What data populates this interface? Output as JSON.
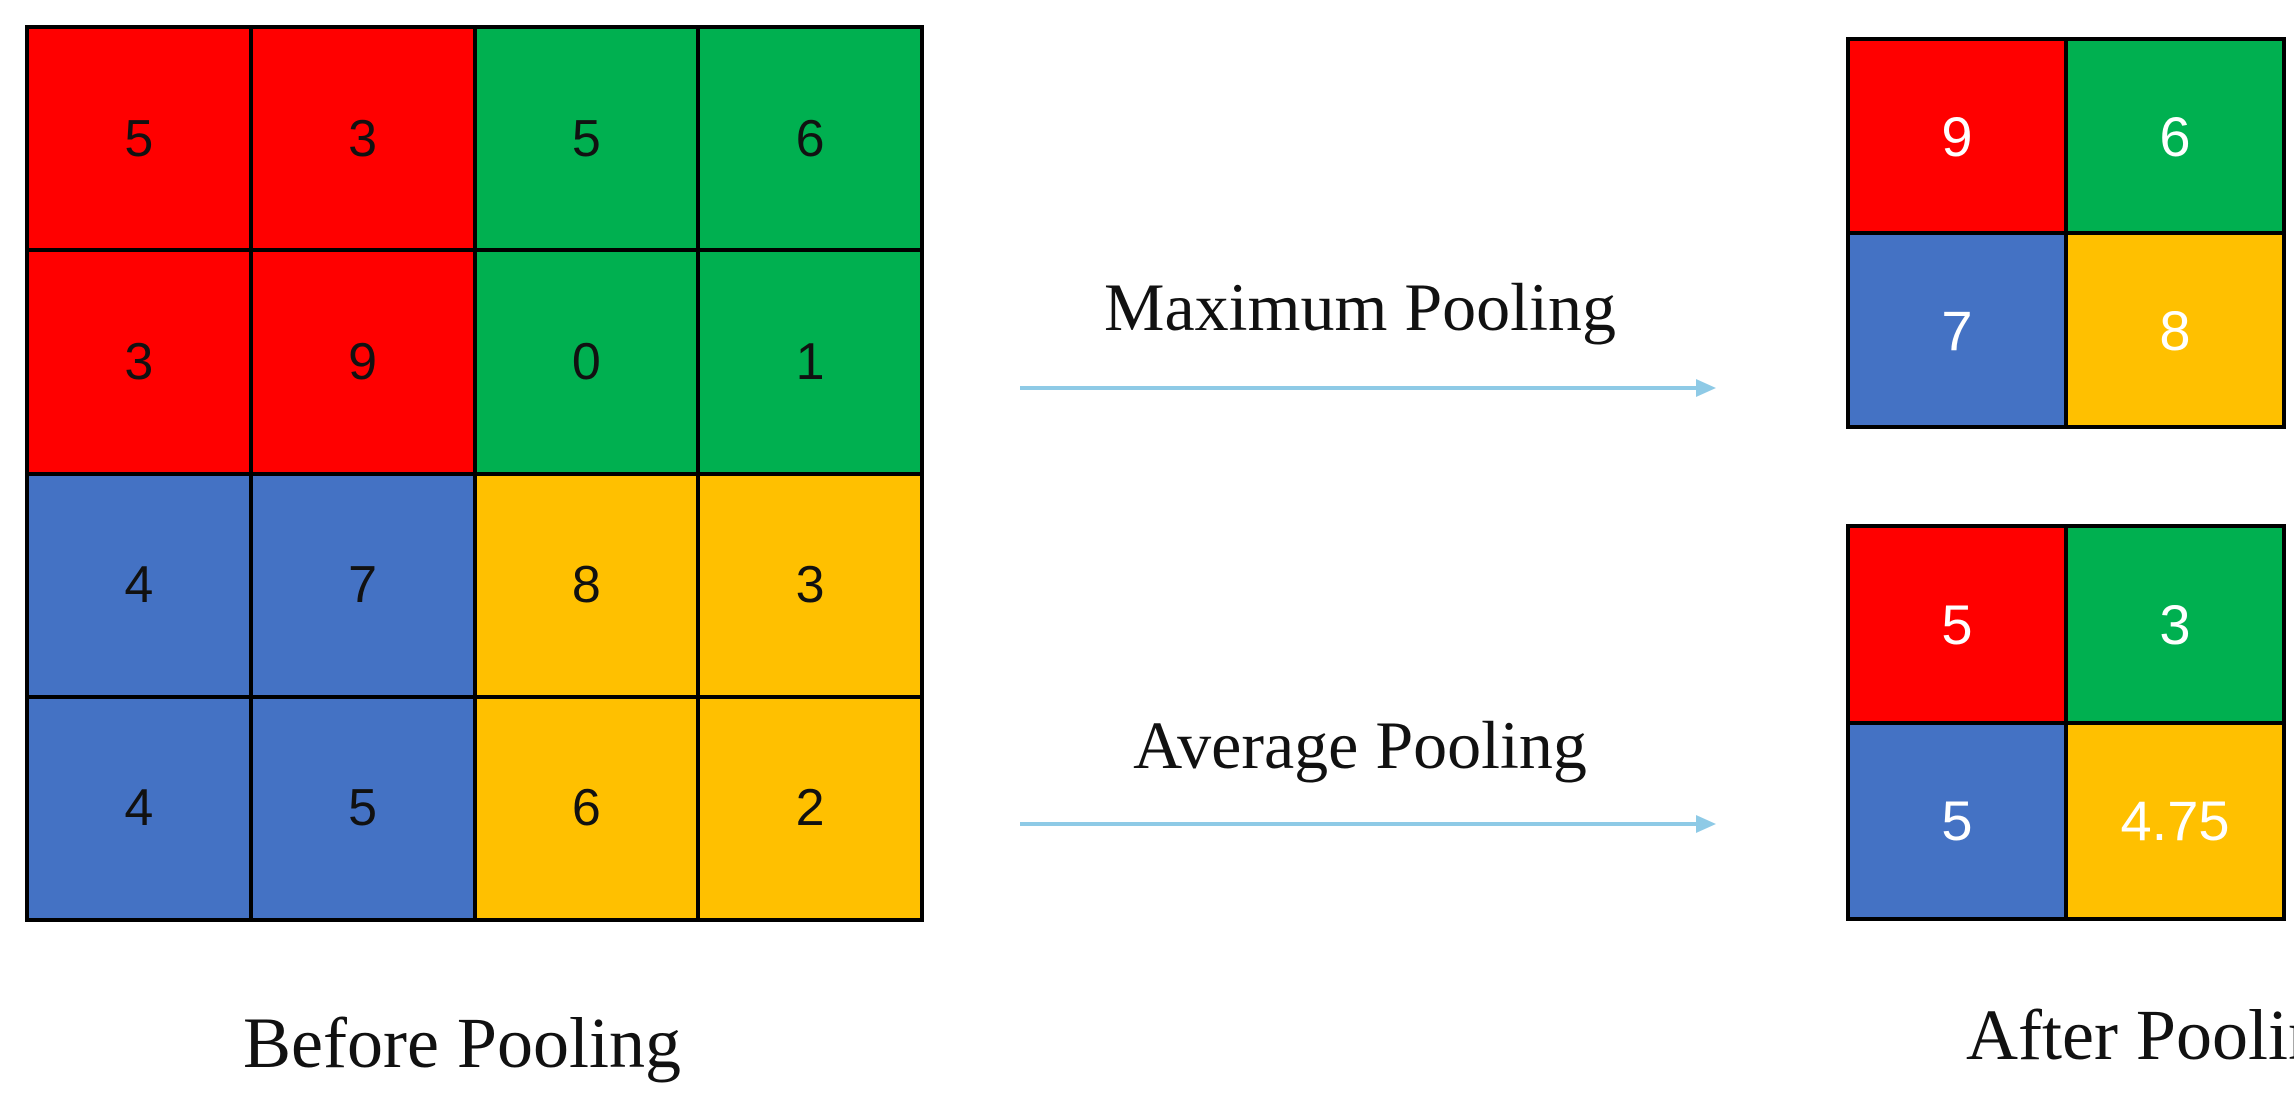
{
  "colors": {
    "red": "#ff0000",
    "green": "#00b050",
    "blue": "#4472c4",
    "yellow": "#ffc000",
    "arrow": "#8ecae6"
  },
  "before": {
    "caption": "Before Pooling",
    "cells": [
      {
        "value": "5",
        "color": "red"
      },
      {
        "value": "3",
        "color": "red"
      },
      {
        "value": "5",
        "color": "green"
      },
      {
        "value": "6",
        "color": "green"
      },
      {
        "value": "3",
        "color": "red"
      },
      {
        "value": "9",
        "color": "red"
      },
      {
        "value": "0",
        "color": "green"
      },
      {
        "value": "1",
        "color": "green"
      },
      {
        "value": "4",
        "color": "blue"
      },
      {
        "value": "7",
        "color": "blue"
      },
      {
        "value": "8",
        "color": "yellow"
      },
      {
        "value": "3",
        "color": "yellow"
      },
      {
        "value": "4",
        "color": "blue"
      },
      {
        "value": "5",
        "color": "blue"
      },
      {
        "value": "6",
        "color": "yellow"
      },
      {
        "value": "2",
        "color": "yellow"
      }
    ]
  },
  "max_pooling": {
    "label": "Maximum Pooling",
    "cells": [
      {
        "value": "9",
        "color": "red"
      },
      {
        "value": "6",
        "color": "green"
      },
      {
        "value": "7",
        "color": "blue"
      },
      {
        "value": "8",
        "color": "yellow"
      }
    ]
  },
  "avg_pooling": {
    "label": "Average Pooling",
    "cells": [
      {
        "value": "5",
        "color": "red"
      },
      {
        "value": "3",
        "color": "green"
      },
      {
        "value": "5",
        "color": "blue"
      },
      {
        "value": "4.75",
        "color": "yellow"
      }
    ]
  },
  "after": {
    "caption": "After Pooling"
  }
}
